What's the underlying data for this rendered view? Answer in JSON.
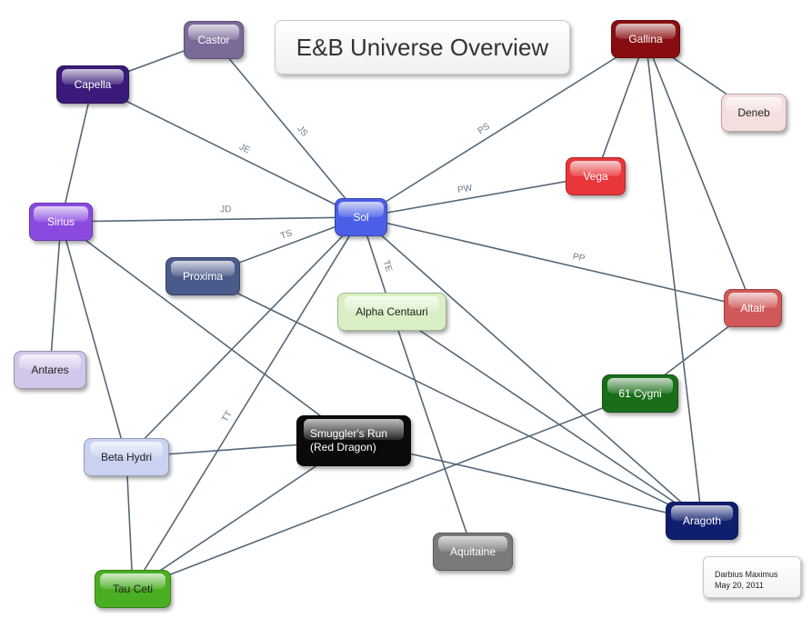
{
  "title": "E&B Universe Overview",
  "note": {
    "author": "Darbius Maximus",
    "date": "May 20, 2011"
  },
  "nodes": [
    {
      "id": "castor",
      "label": "Castor",
      "color": "#7a6a98",
      "text": "#ffffff"
    },
    {
      "id": "capella",
      "label": "Capella",
      "color": "#3a1a78",
      "text": "#ffffff"
    },
    {
      "id": "gallina",
      "label": "Gallina",
      "color": "#880d10",
      "text": "#ffffff"
    },
    {
      "id": "deneb",
      "label": "Deneb",
      "color": "#f4dede",
      "text": "#222222"
    },
    {
      "id": "vega",
      "label": "Vega",
      "color": "#e8363a",
      "text": "#ffffff"
    },
    {
      "id": "sol",
      "label": "Sol",
      "color": "#4a5ee8",
      "text": "#ffffff"
    },
    {
      "id": "sirius",
      "label": "Sirius",
      "color": "#8a4ae0",
      "text": "#ffffff"
    },
    {
      "id": "proxima",
      "label": "Proxima",
      "color": "#4a5a8a",
      "text": "#ffffff"
    },
    {
      "id": "alpha_centauri",
      "label": "Alpha Centauri",
      "color": "#d8f0c4",
      "text": "#222222"
    },
    {
      "id": "altair",
      "label": "Altair",
      "color": "#d05858",
      "text": "#ffffff"
    },
    {
      "id": "antares",
      "label": "Antares",
      "color": "#d2c6ea",
      "text": "#222222"
    },
    {
      "id": "cygni",
      "label": "61 Cygni",
      "color": "#1a6e1a",
      "text": "#ffffff"
    },
    {
      "id": "smugglers_run",
      "label": "Smuggler's Run\n(Red Dragon)",
      "color": "#0a0a0a",
      "text": "#ffffff"
    },
    {
      "id": "beta_hydri",
      "label": "Beta Hydri",
      "color": "#c9d2f0",
      "text": "#222222"
    },
    {
      "id": "aragoth",
      "label": "Aragoth",
      "color": "#101e6e",
      "text": "#ffffff"
    },
    {
      "id": "aquitaine",
      "label": "Aquitaine",
      "color": "#7a7a7a",
      "text": "#ffffff"
    },
    {
      "id": "tau_ceti",
      "label": "Tau Ceti",
      "color": "#4aae22",
      "text": "#222222"
    }
  ],
  "edges": [
    {
      "from": "castor",
      "to": "sol",
      "label": "JS"
    },
    {
      "from": "castor",
      "to": "capella",
      "label": ""
    },
    {
      "from": "capella",
      "to": "sol",
      "label": "JE"
    },
    {
      "from": "capella",
      "to": "sirius",
      "label": ""
    },
    {
      "from": "gallina",
      "to": "sol",
      "label": "PS"
    },
    {
      "from": "gallina",
      "to": "deneb",
      "label": ""
    },
    {
      "from": "gallina",
      "to": "vega",
      "label": ""
    },
    {
      "from": "gallina",
      "to": "altair",
      "label": ""
    },
    {
      "from": "gallina",
      "to": "aragoth",
      "label": ""
    },
    {
      "from": "vega",
      "to": "sol",
      "label": "PW"
    },
    {
      "from": "sirius",
      "to": "sol",
      "label": "JD"
    },
    {
      "from": "sirius",
      "to": "antares",
      "label": ""
    },
    {
      "from": "sirius",
      "to": "beta_hydri",
      "label": ""
    },
    {
      "from": "sirius",
      "to": "smugglers_run",
      "label": ""
    },
    {
      "from": "proxima",
      "to": "sol",
      "label": "TS"
    },
    {
      "from": "proxima",
      "to": "aragoth",
      "label": ""
    },
    {
      "from": "sol",
      "to": "alpha_centauri",
      "label": "TE"
    },
    {
      "from": "sol",
      "to": "altair",
      "label": "PP"
    },
    {
      "from": "sol",
      "to": "tau_ceti",
      "label": "TT"
    },
    {
      "from": "sol",
      "to": "beta_hydri",
      "label": ""
    },
    {
      "from": "sol",
      "to": "aragoth",
      "label": ""
    },
    {
      "from": "alpha_centauri",
      "to": "aquitaine",
      "label": ""
    },
    {
      "from": "alpha_centauri",
      "to": "aragoth",
      "label": ""
    },
    {
      "from": "altair",
      "to": "cygni",
      "label": ""
    },
    {
      "from": "cygni",
      "to": "tau_ceti",
      "label": ""
    },
    {
      "from": "smugglers_run",
      "to": "beta_hydri",
      "label": ""
    },
    {
      "from": "smugglers_run",
      "to": "tau_ceti",
      "label": ""
    },
    {
      "from": "smugglers_run",
      "to": "aragoth",
      "label": ""
    },
    {
      "from": "beta_hydri",
      "to": "tau_ceti",
      "label": ""
    }
  ],
  "colors": {
    "edge": "#546878",
    "edge_label": "#6a7a88"
  }
}
